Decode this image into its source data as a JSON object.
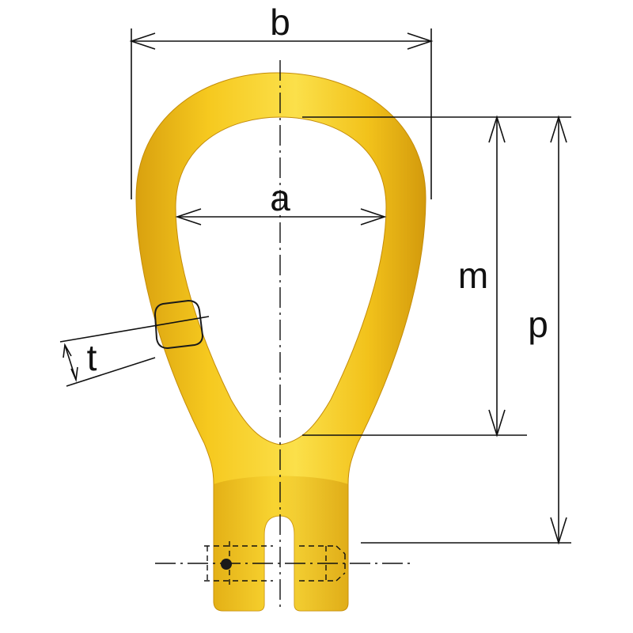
{
  "diagram": {
    "labels": {
      "b": "b",
      "a": "a",
      "m": "m",
      "p": "p",
      "t": "t"
    },
    "colors": {
      "body": "#f2c21b",
      "body_shade": "#d9a10f",
      "body_highlight": "#fbe04a",
      "line": "#111111",
      "background": "#ffffff"
    }
  }
}
